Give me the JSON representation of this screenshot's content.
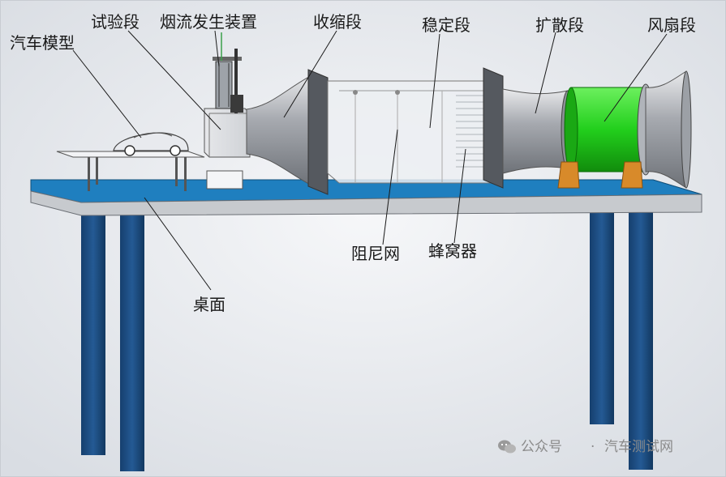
{
  "labels": {
    "car_model": "汽车模型",
    "test_section": "试验段",
    "smoke_generator": "烟流发生装置",
    "contraction_section": "收缩段",
    "settling_section": "稳定段",
    "diffuser_section": "扩散段",
    "fan_section": "风扇段",
    "damping_screen": "阻尼网",
    "honeycomb": "蜂窝器",
    "table_top": "桌面"
  },
  "watermark": {
    "account": "公众号",
    "separator": "·",
    "name": "汽车测试网",
    "icon": "wechat-icon"
  },
  "colors": {
    "table_top": "#1f7fbf",
    "legs": "#1d4f86",
    "fan": "#23d21d",
    "duct": "#b8bcc2",
    "frame": "#4a4a4a",
    "label_text": "#1a1a1a"
  }
}
